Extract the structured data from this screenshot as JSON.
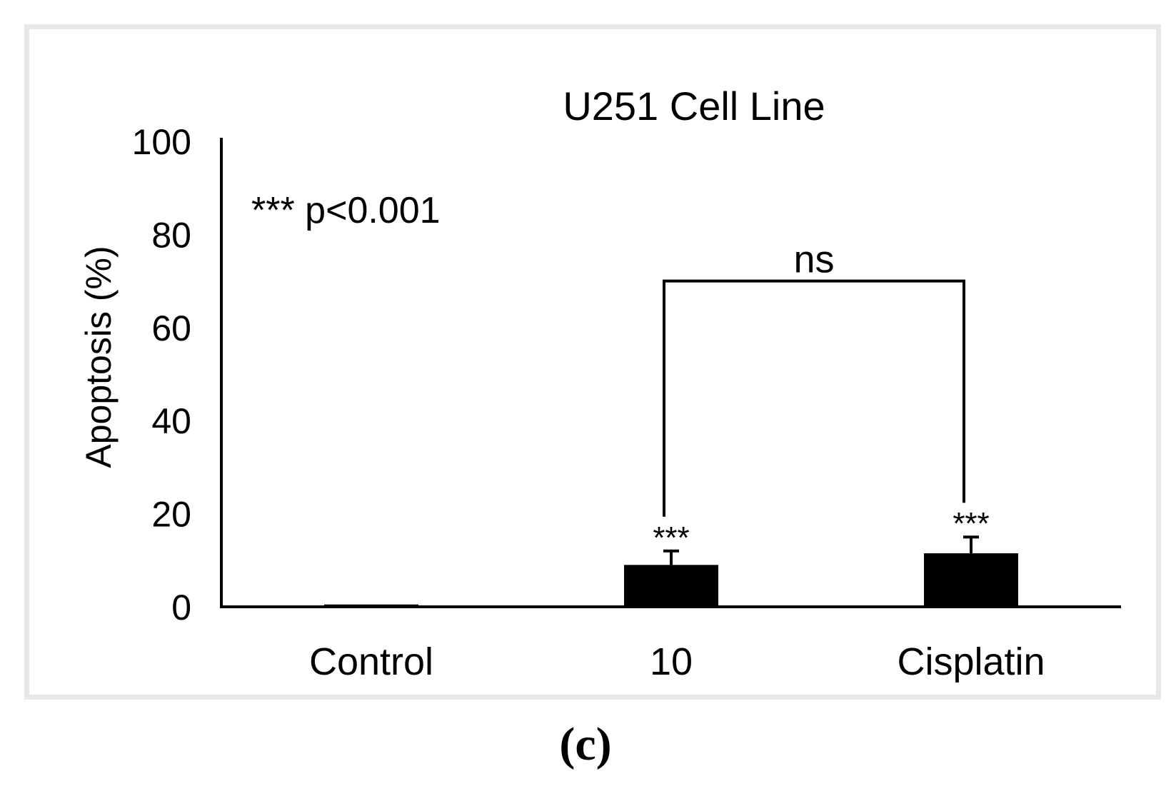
{
  "chart_data": {
    "type": "bar",
    "title": "U251 Cell Line",
    "ylabel": "Apoptosis (%)",
    "xlabel": "",
    "ylim": [
      0,
      100
    ],
    "yticks": [
      0,
      20,
      40,
      60,
      80,
      100
    ],
    "categories": [
      "Control",
      "10",
      "Cisplatin"
    ],
    "values": [
      0.5,
      9,
      11.5
    ],
    "errors": [
      0,
      3,
      3.5
    ],
    "bar_color": "#000000",
    "bar_labels": [
      "",
      "***",
      "***"
    ],
    "legend_note": "*** p<0.001",
    "comparison": {
      "from": "10",
      "to": "Cisplatin",
      "label": "ns",
      "height": 70
    }
  },
  "panel_label": {
    "open": "(",
    "letter": "c",
    "close": ")"
  }
}
